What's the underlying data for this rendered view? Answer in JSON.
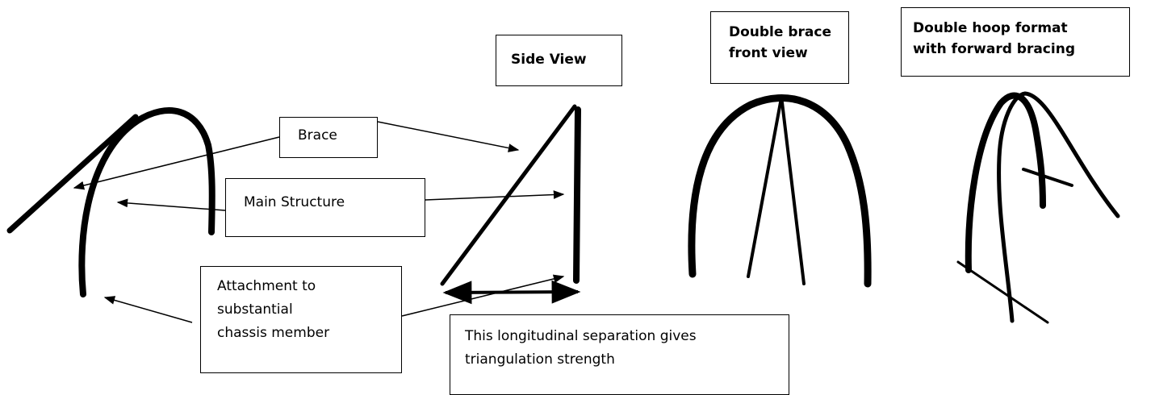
{
  "labels": {
    "side_view": "Side View",
    "double_brace_front": "Double brace\nfront view",
    "double_hoop": "Double hoop format\nwith forward bracing",
    "brace": "Brace",
    "main_structure": "Main Structure",
    "attachment": "Attachment to\nsubstantial\nchassis member",
    "separation": "This longitudinal separation gives\ntriangulation strength"
  },
  "colors": {
    "stroke": "#000000",
    "background": "#ffffff"
  }
}
